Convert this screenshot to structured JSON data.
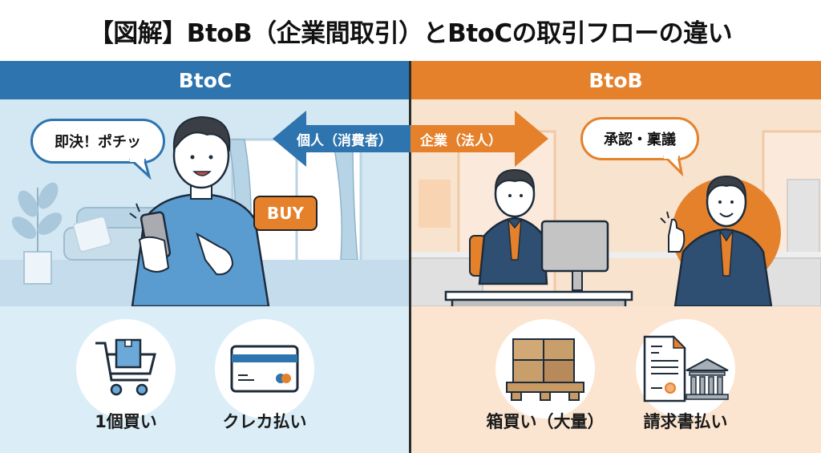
{
  "title": "【図解】BtoB（企業間取引）とBtoCの取引フローの違い",
  "colors": {
    "btoc_accent": "#2e74ae",
    "btob_accent": "#e5812b",
    "btoc_bg": "#dcedf7",
    "btob_bg": "#fbe6d3"
  },
  "btoc": {
    "header": "BtoC",
    "speech": "即決！ポチッ",
    "arrow_label": "個人（消費者）",
    "buy_button": "BUY",
    "features": [
      {
        "icon": "shopping-cart-icon",
        "label": "1個買い"
      },
      {
        "icon": "credit-card-icon",
        "label": "クレカ払い"
      }
    ]
  },
  "btob": {
    "header": "BtoB",
    "speech": "承認・稟議",
    "arrow_label": "企業（法人）",
    "features": [
      {
        "icon": "pallet-boxes-icon",
        "label": "箱買い（大量）"
      },
      {
        "icon": "invoice-bank-icon",
        "label": "請求書払い"
      }
    ]
  }
}
